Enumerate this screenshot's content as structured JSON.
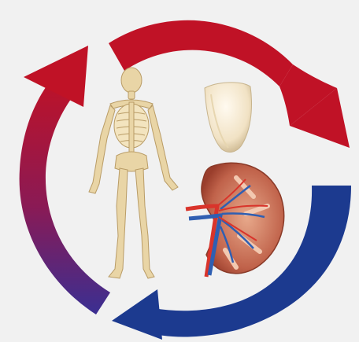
{
  "diagram": {
    "type": "cycle",
    "arrows": [
      {
        "id": "top-right",
        "color": "#c01226",
        "direction": "clockwise"
      },
      {
        "id": "bottom",
        "color": "#1c3a8f",
        "direction": "clockwise"
      },
      {
        "id": "left",
        "color_start": "#3a2f92",
        "color_end": "#c01226",
        "direction": "clockwise"
      }
    ],
    "illustrations": [
      {
        "name": "skeleton",
        "icon": "skeleton-icon"
      },
      {
        "name": "tooth",
        "icon": "tooth-icon"
      },
      {
        "name": "kidney",
        "icon": "kidney-icon"
      }
    ],
    "colors": {
      "background": "#f1f1f1",
      "bone": "#e9d5a6",
      "kidney_tissue": "#b9654f",
      "artery": "#d9342b",
      "vein": "#2f5fb2"
    }
  }
}
